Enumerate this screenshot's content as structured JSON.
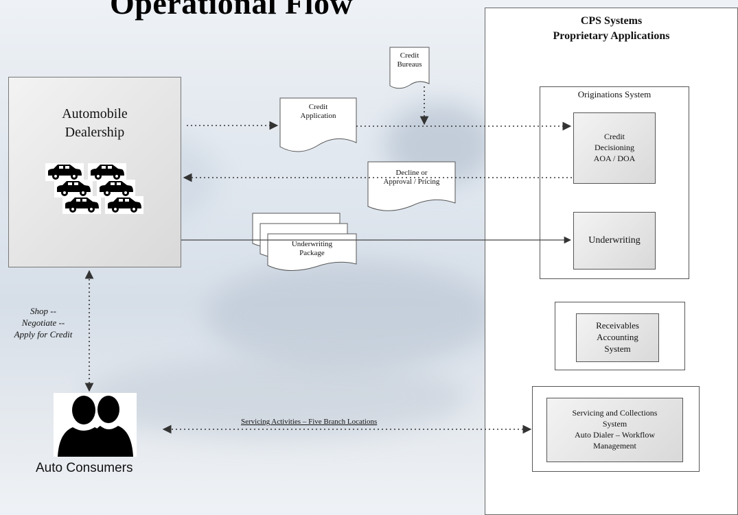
{
  "title": "Operational Flow",
  "cps": {
    "heading_line1": "CPS Systems",
    "heading_line2": "Proprietary Applications"
  },
  "dealership": {
    "line1": "Automobile",
    "line2": "Dealership"
  },
  "credit_bureau": {
    "line1": "Credit",
    "line2": "Bureaus"
  },
  "credit_application": {
    "line1": "Credit",
    "line2": "Application"
  },
  "decline": {
    "line1": "Decline or",
    "line2": "Approval / Pricing"
  },
  "underwriting_package": {
    "line1": "Underwriting",
    "line2": "Package"
  },
  "originations": {
    "label": "Originations System"
  },
  "credit_decisioning": {
    "line1": "Credit",
    "line2": "Decisioning",
    "line3": "AOA / DOA"
  },
  "underwriting": {
    "label": "Underwriting"
  },
  "receivables": {
    "line1": "Receivables",
    "line2": "Accounting",
    "line3": "System"
  },
  "servicing": {
    "line1": "Servicing and Collections",
    "line2": "System",
    "line3": "Auto Dialer – Workflow",
    "line4": "Management"
  },
  "shop_label": {
    "line1": "Shop --",
    "line2": "Negotiate --",
    "line3": "Apply for Credit"
  },
  "servicing_activities": "Servicing Activities – Five Branch Locations",
  "auto_consumers": "Auto Consumers",
  "icons": {
    "cars": "car-icon",
    "consumers": "people-silhouette-icon"
  }
}
